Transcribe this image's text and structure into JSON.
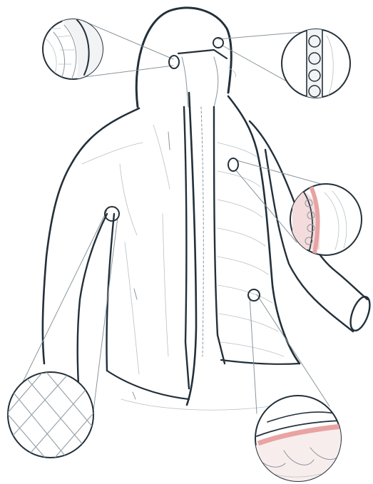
{
  "figure": {
    "subject": "jacket-technical-sketch",
    "palette": {
      "outline": "#23303a",
      "sketch_line": "#8a959c",
      "light_line": "#b9c0c4",
      "lining_fill": "#f4f5f6",
      "accent_pink": "#e8a3a3"
    },
    "callouts": [
      {
        "id": "hood-collar-detail"
      },
      {
        "id": "zipper-teeth-detail"
      },
      {
        "id": "inner-lining-stitch-detail"
      },
      {
        "id": "sleeve-quilting-detail"
      },
      {
        "id": "hem-insulation-detail"
      }
    ]
  }
}
